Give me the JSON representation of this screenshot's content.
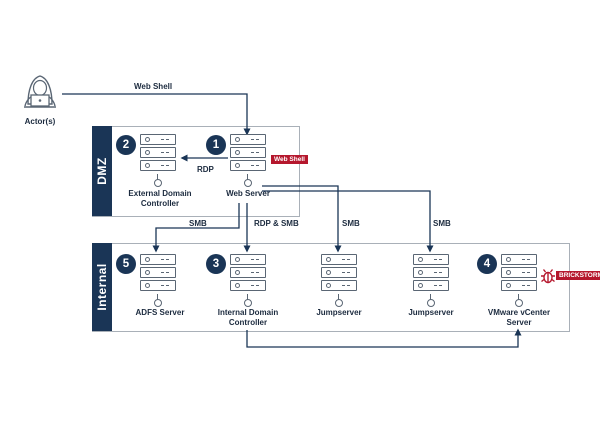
{
  "actor": {
    "label": "Actor(s)"
  },
  "zones": {
    "dmz": "DMZ",
    "internal": "Internal"
  },
  "nodes": {
    "external_dc": {
      "badge": "2",
      "label_line1": "External Domain",
      "label_line2": "Controller"
    },
    "web_server": {
      "badge": "1",
      "label_line1": "Web Server",
      "tag": "Web Shell"
    },
    "adfs": {
      "badge": "5",
      "label_line1": "ADFS Server"
    },
    "internal_dc": {
      "badge": "3",
      "label_line1": "Internal Domain",
      "label_line2": "Controller"
    },
    "jumpserver_a": {
      "label_line1": "Jumpserver"
    },
    "jumpserver_b": {
      "label_line1": "Jumpserver"
    },
    "vcenter": {
      "badge": "4",
      "label_line1": "VMware vCenter",
      "label_line2": "Server",
      "tag": "BRICKSTORM"
    }
  },
  "edges": {
    "web_shell": "Web Shell",
    "rdp": "RDP",
    "smb_adfs": "SMB",
    "rdp_smb": "RDP & SMB",
    "smb_jump_a": "SMB",
    "smb_jump_b": "SMB"
  },
  "colors": {
    "navy": "#1a3556",
    "red": "#b5172d",
    "server_stroke": "#5a6674",
    "zone_border": "#a9b0b8"
  },
  "icons": {
    "actor": "hacker-laptop-icon",
    "server": "server-rack-icon",
    "malware": "bug-icon"
  }
}
